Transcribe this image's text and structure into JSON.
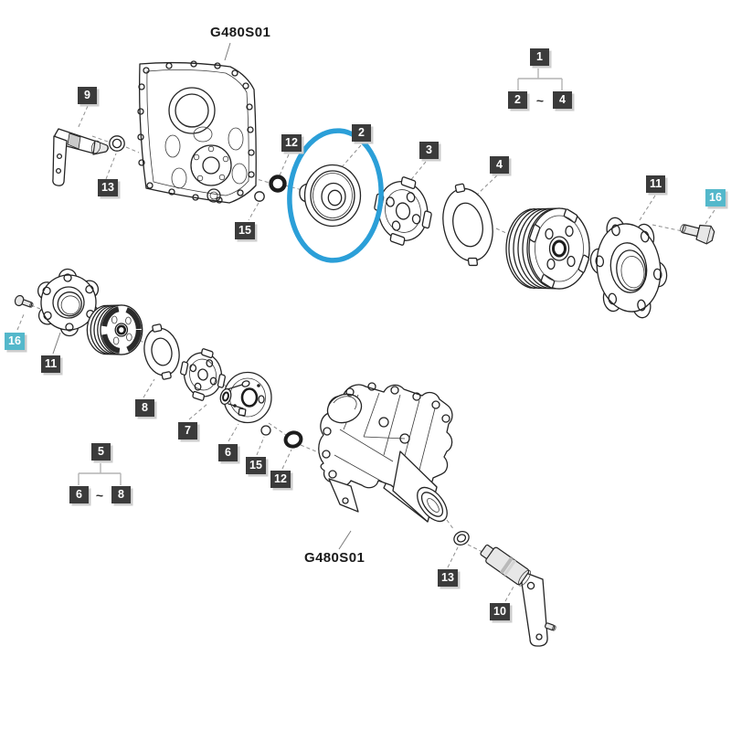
{
  "diagram": {
    "title_top": "G480S01",
    "title_bottom": "G480S01",
    "colors": {
      "callout_bg": "#3b3b3b",
      "callout_highlight_bg": "#54b8cb",
      "callout_text": "#ffffff",
      "highlight_color": "#2b9fd8",
      "leader_color": "#8f8f8f"
    },
    "highlight": {
      "part_label": "2"
    },
    "callouts": [
      {
        "label": "9"
      },
      {
        "label": "13"
      },
      {
        "label": "12"
      },
      {
        "label": "15"
      },
      {
        "label": "2"
      },
      {
        "label": "3"
      },
      {
        "label": "4"
      },
      {
        "label": "11"
      },
      {
        "label": "16",
        "style": "highlight"
      },
      {
        "label": "16",
        "style": "highlight"
      },
      {
        "label": "11"
      },
      {
        "label": "8"
      },
      {
        "label": "7"
      },
      {
        "label": "6"
      },
      {
        "label": "15"
      },
      {
        "label": "12"
      },
      {
        "label": "13"
      },
      {
        "label": "10"
      }
    ],
    "groups": [
      {
        "parent": "1",
        "start": "2",
        "separator": "~",
        "end": "4"
      },
      {
        "parent": "5",
        "start": "6",
        "separator": "~",
        "end": "8"
      }
    ]
  }
}
